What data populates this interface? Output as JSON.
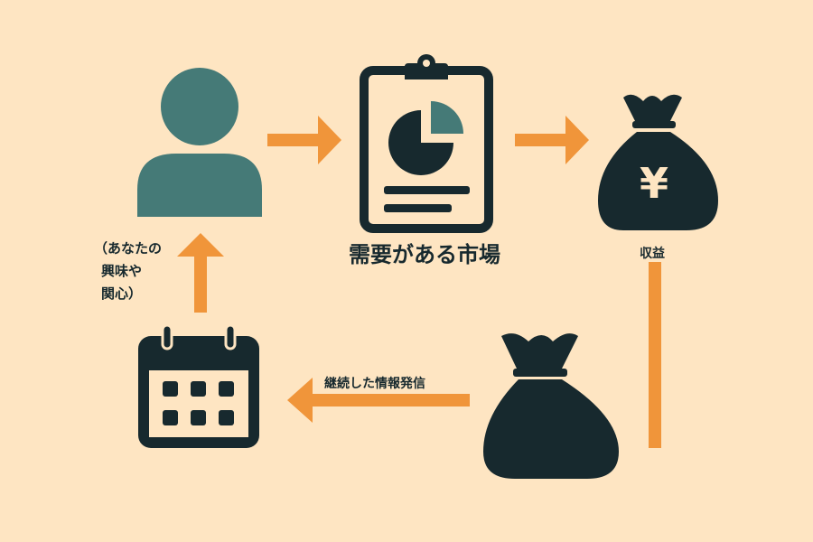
{
  "labels": {
    "market": "需要がある市場",
    "revenue": "収益",
    "interest_line1": "（あなたの",
    "interest_line2": "興味や",
    "interest_line3": "関心）",
    "continuous_info": "継続した情報発信"
  },
  "icons": {
    "currency_symbol": "¥"
  },
  "colors": {
    "background": "#FEE5C2",
    "arrow": "#F0953A",
    "dark": "#17292E",
    "teal": "#457A77"
  }
}
